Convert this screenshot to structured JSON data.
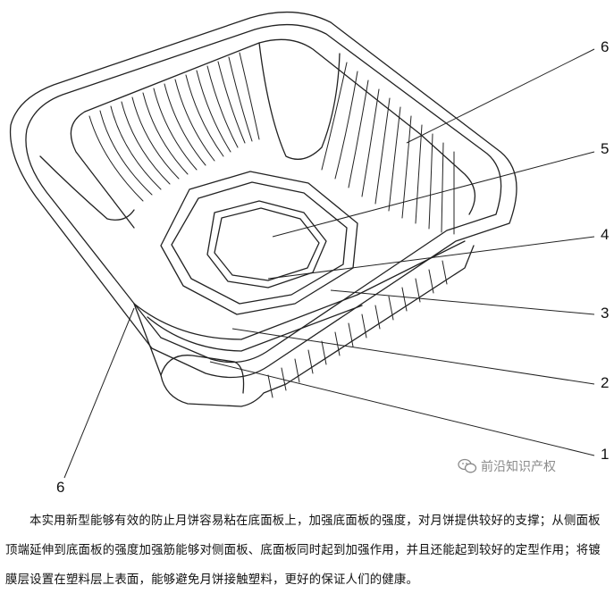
{
  "figure": {
    "labels": {
      "l6_top": "6",
      "l5": "5",
      "l4": "4",
      "l3": "3",
      "l2": "2",
      "l1": "1",
      "l6_bottom": "6"
    }
  },
  "watermark": {
    "icon": "wechat-icon",
    "text": "前沿知识产权"
  },
  "caption": {
    "text": "本实用新型能够有效的防止月饼容易粘在底面板上，加强底面板的强度，对月饼提供较好的支撑；从侧面板顶端延伸到底面板的强度加强筋能够对侧面板、底面板同时起到加强作用，并且还能起到较好的定型作用；将镀膜层设置在塑料层上表面，能够避免月饼接触塑料，更好的保证人们的健康。"
  }
}
